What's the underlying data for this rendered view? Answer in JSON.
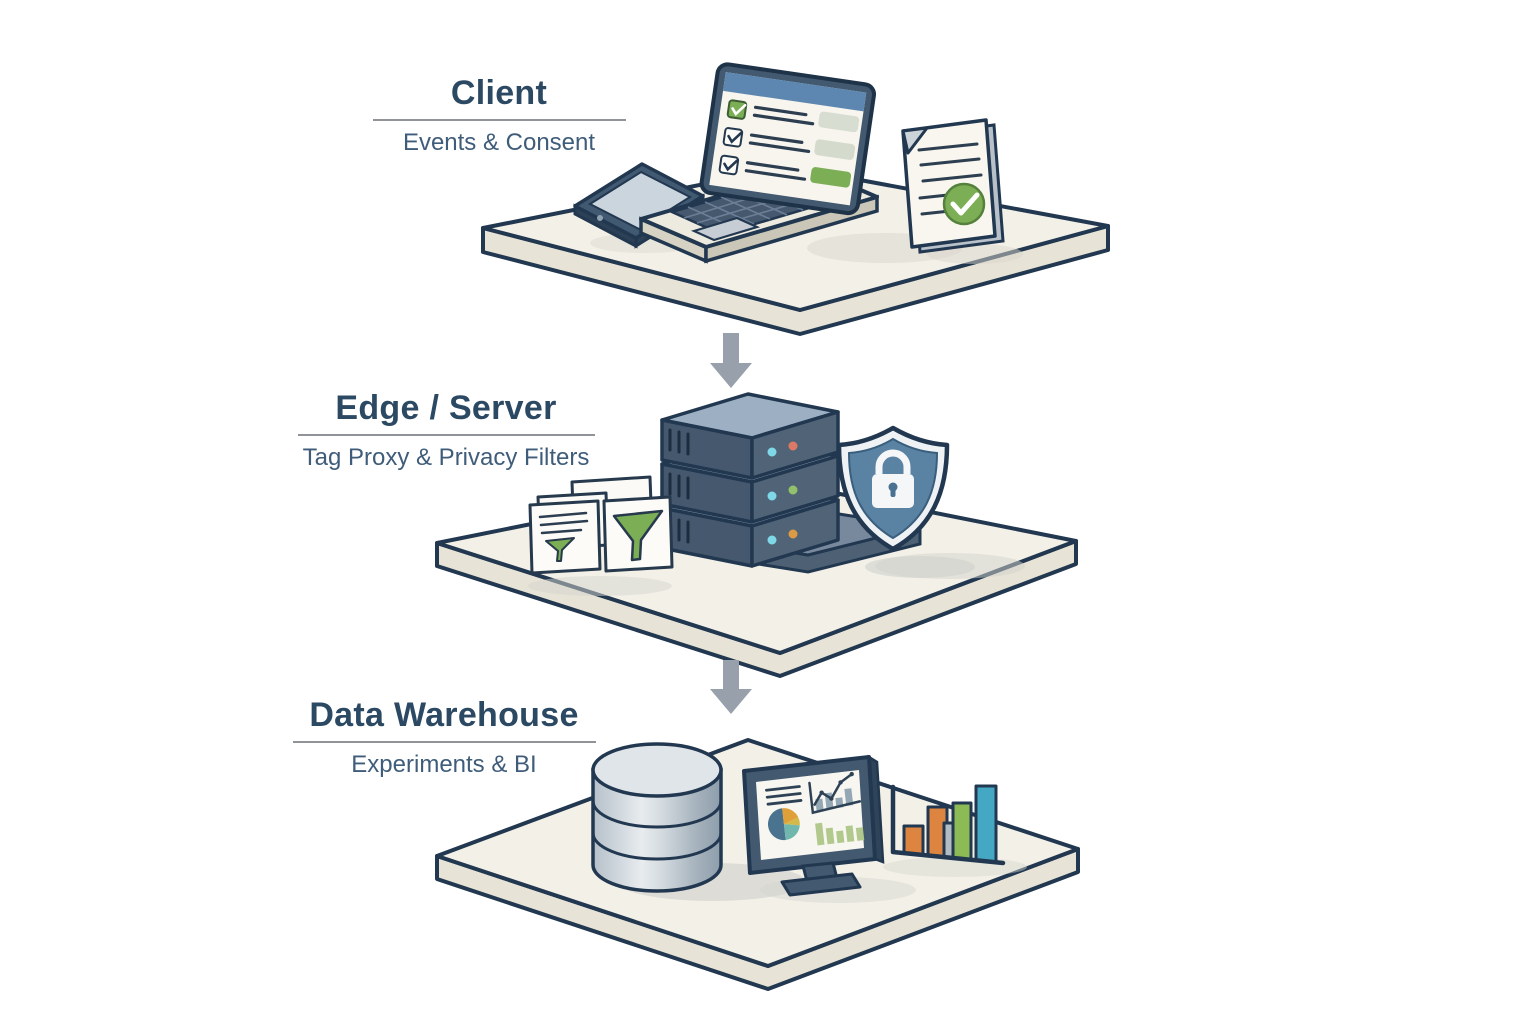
{
  "layers": [
    {
      "id": "client",
      "title": "Client",
      "subtitle": "Events & Consent",
      "icons": [
        "smartphone-icon",
        "laptop-checklist-icon",
        "consent-document-icon"
      ]
    },
    {
      "id": "edge-server",
      "title": "Edge / Server",
      "subtitle": "Tag Proxy & Privacy Filters",
      "icons": [
        "filter-cards-icon",
        "server-rack-icon",
        "shield-lock-icon"
      ]
    },
    {
      "id": "data-warehouse",
      "title": "Data Warehouse",
      "subtitle": "Experiments & BI",
      "icons": [
        "database-icon",
        "analytics-monitor-icon",
        "bar-chart-icon"
      ]
    }
  ],
  "connectors": [
    {
      "type": "arrow-down"
    },
    {
      "type": "arrow-down"
    }
  ],
  "colors": {
    "outline": "#223850",
    "title": "#2c4963",
    "subtitle": "#3f5d7a",
    "underline": "#909498",
    "platform_top": "#f3f0e8",
    "platform_side": "#e7e3d6",
    "arrow": "#97a0ab",
    "green": "#7cae55",
    "green_light": "#b2c98e",
    "screen_header_blue": "#5d87b0",
    "shield_blue": "#5a83a3",
    "led_cyan": "#7fd8e8",
    "led_red": "#dd7a66",
    "led_green": "#93c06b",
    "led_orange": "#dd9a45",
    "pie_blue": "#4a7390",
    "pie_orange": "#dfa039",
    "pie_yellow": "#d3b94a",
    "pie_teal": "#72b7ad",
    "bar_orange": "#dd8440",
    "bar_gray": "#b4bcc3",
    "bar_green": "#8cba55",
    "bar_teal": "#44a7c4"
  }
}
